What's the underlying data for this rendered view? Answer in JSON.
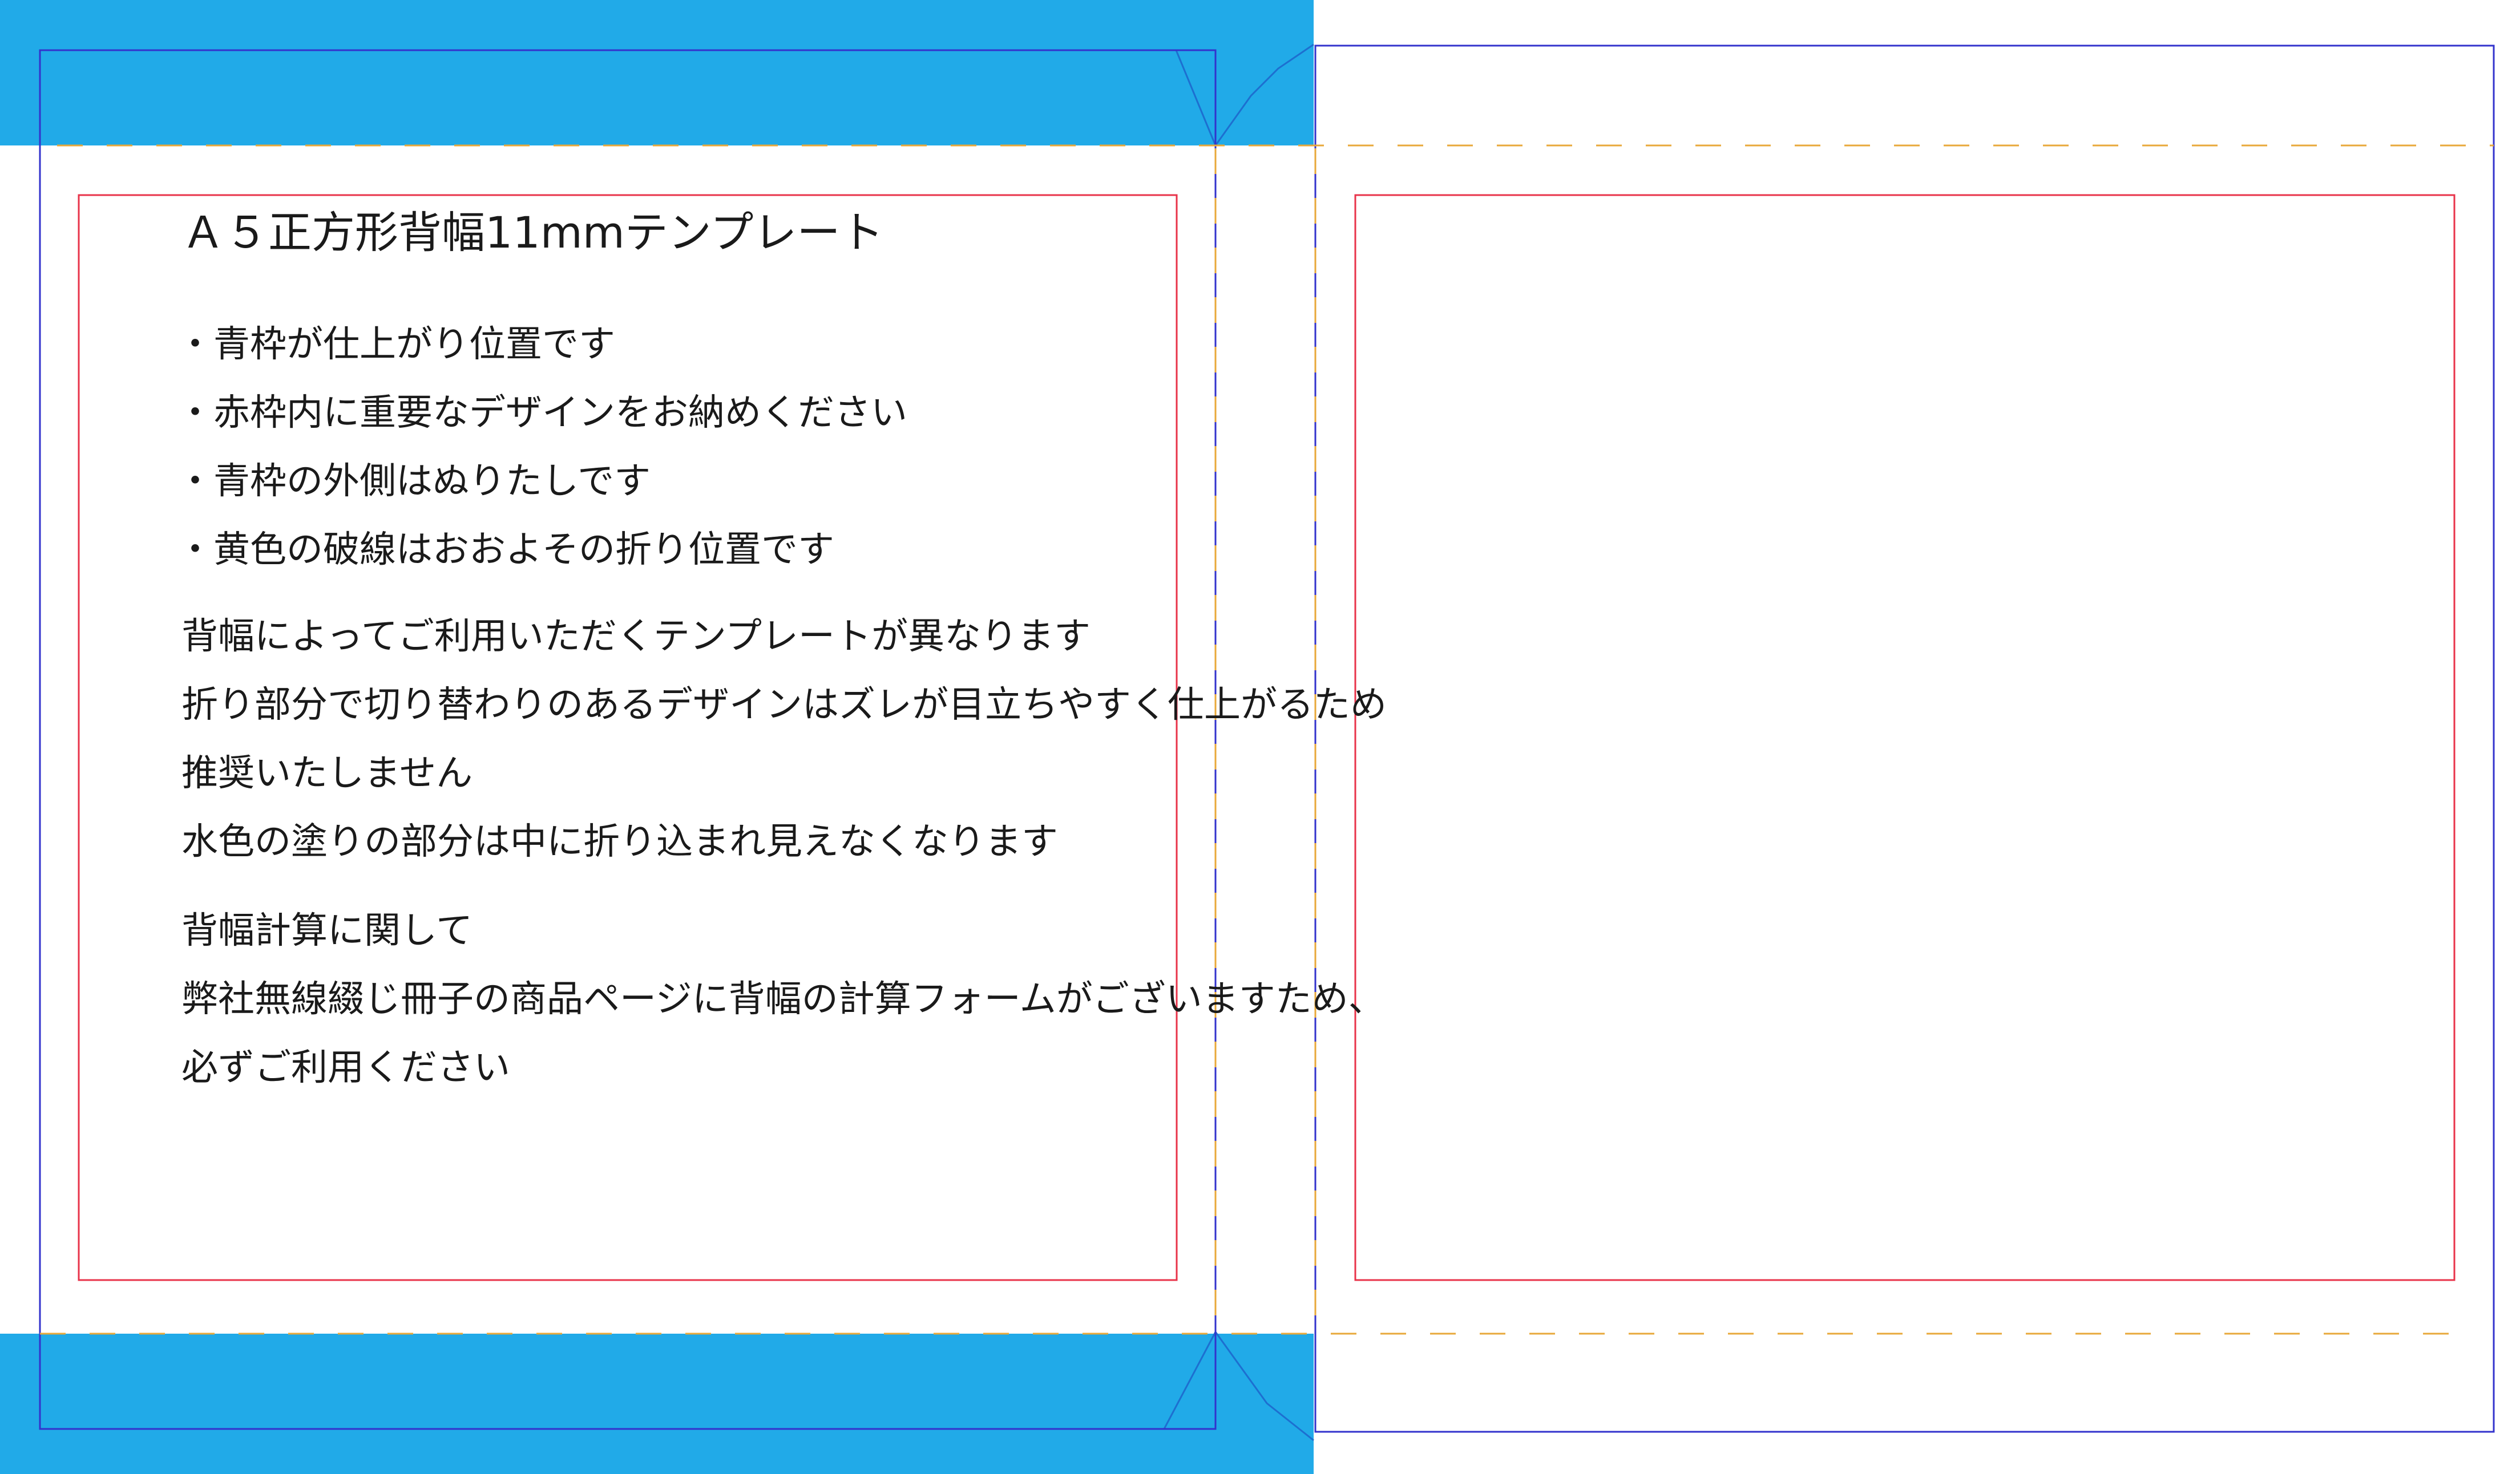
{
  "template": {
    "title": "Ａ５正方形背幅11mmテンプレート",
    "bullets": [
      "・青枠が仕上がり位置です",
      "・赤枠内に重要なデザインをお納めください",
      "・青枠の外側はぬりたしです",
      "・黄色の破線はおおよその折り位置です"
    ],
    "notes": [
      "背幅によってご利用いただくテンプレートが異なります",
      "折り部分で切り替わりのあるデザインはズレが目立ちやすく仕上がるため",
      "推奨いたしません",
      "水色の塗りの部分は中に折り込まれ見えなくなります"
    ],
    "spine_calc": [
      "背幅計算に関して",
      "弊社無線綴じ冊子の商品ページに背幅の計算フォームがございますため、",
      "必ずご利用ください"
    ]
  },
  "colors": {
    "fold_in_fill": "#21aae8",
    "trim_line": "#3333cc",
    "safe_line": "#e8334a",
    "fold_line": "#e8a83a",
    "text": "#1a1a1a"
  }
}
